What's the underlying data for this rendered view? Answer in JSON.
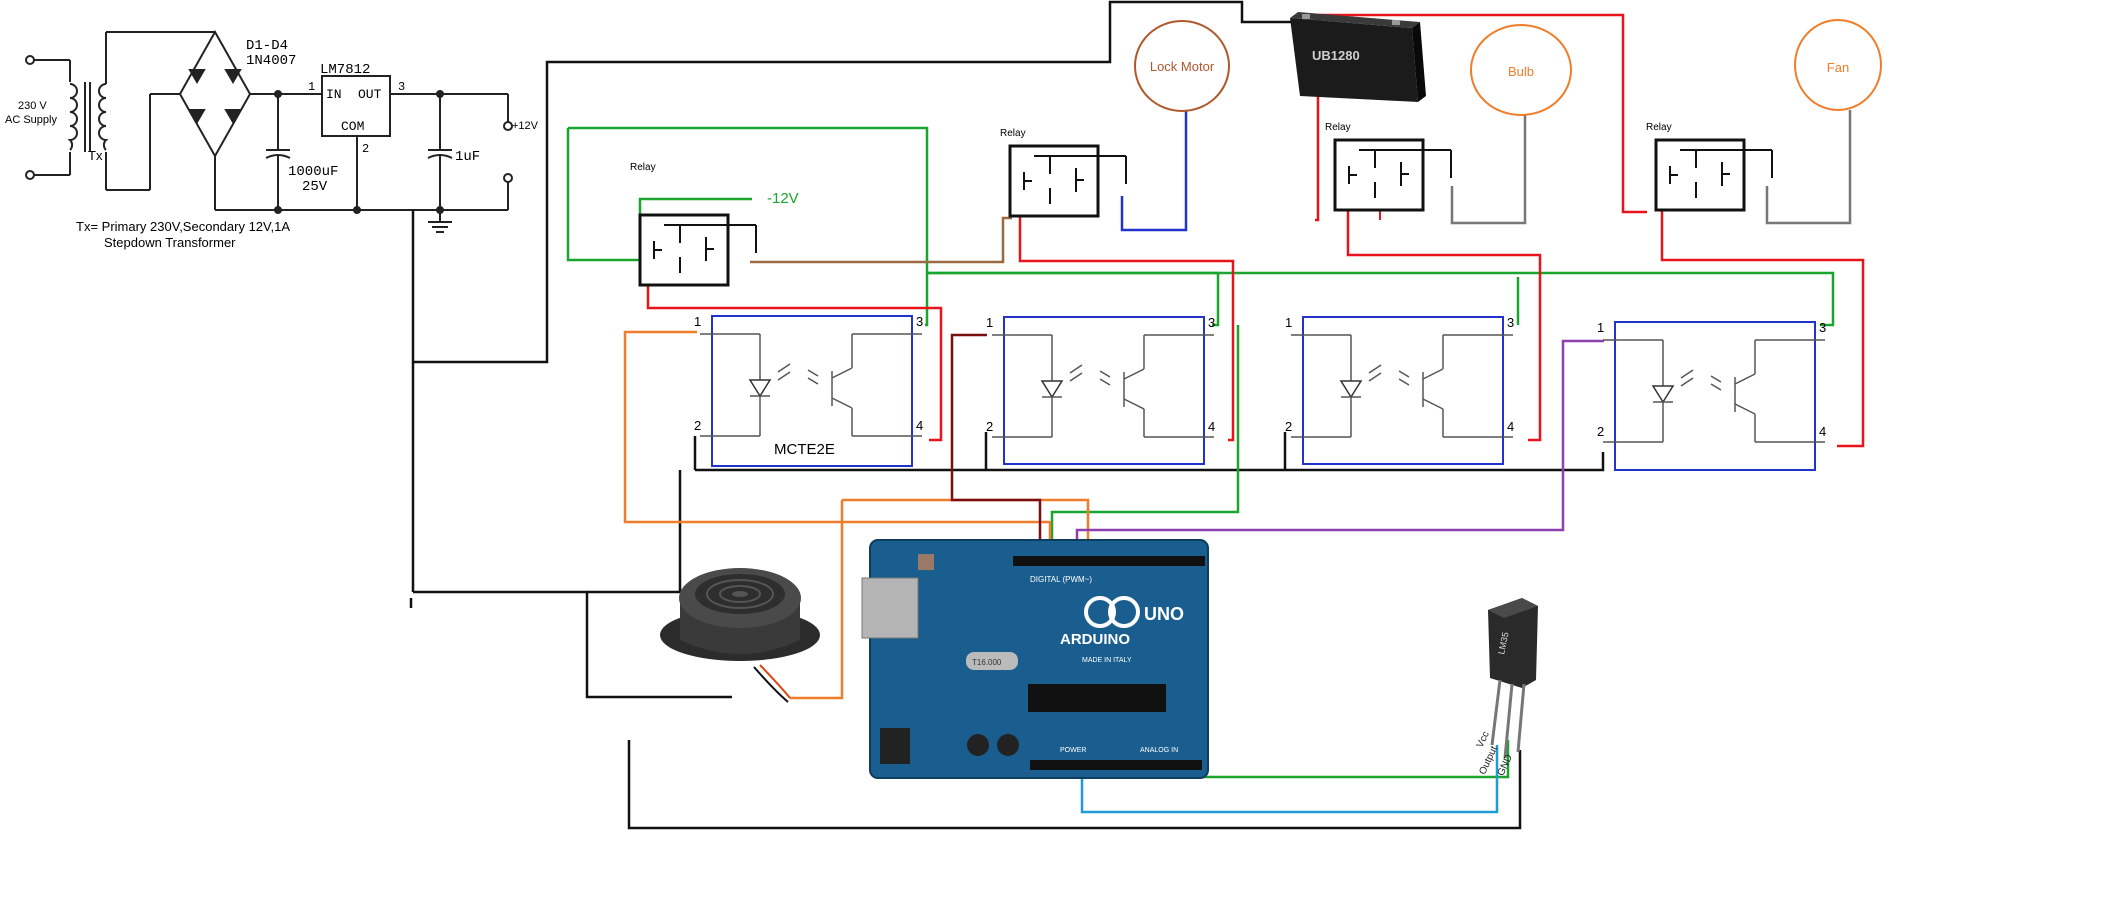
{
  "supply": {
    "ac_label_1": "230 V",
    "ac_label_2": "AC Supply",
    "tx_label": "Tx",
    "diode_label_1": "D1-D4",
    "diode_label_2": "1N4007",
    "regulator_name": "LM7812",
    "reg_pin_in_num": "1",
    "reg_pin_out_num": "3",
    "reg_pin_com_num": "2",
    "reg_in": "IN",
    "reg_out": "OUT",
    "reg_com": "COM",
    "cap1_label_1": "1000uF",
    "cap1_label_2": "25V",
    "cap2_label": "1uF",
    "plus12_label": "+12V",
    "tx_note_1": "Tx= Primary 230V,Secondary 12V,1A",
    "tx_note_2": "Stepdown Transformer"
  },
  "relays": [
    {
      "label": "Relay"
    },
    {
      "label": "Relay"
    },
    {
      "label": "Relay"
    },
    {
      "label": "Relay"
    }
  ],
  "minus12_label": "-12V",
  "loads": [
    {
      "label": "Lock Motor"
    },
    {
      "label": "Bulb"
    },
    {
      "label": "Fan"
    }
  ],
  "battery_label": "UB1280",
  "optocouplers": [
    {
      "pin1": "1",
      "pin2": "2",
      "pin3": "3",
      "pin4": "4",
      "name": "MCTE2E"
    },
    {
      "pin1": "1",
      "pin2": "2",
      "pin3": "3",
      "pin4": "4",
      "name": ""
    },
    {
      "pin1": "1",
      "pin2": "2",
      "pin3": "3",
      "pin4": "4",
      "name": ""
    },
    {
      "pin1": "1",
      "pin2": "2",
      "pin3": "3",
      "pin4": "4",
      "name": ""
    }
  ],
  "arduino": {
    "brand": "ARDUINO",
    "model": "UNO",
    "digital_label": "DIGITAL (PWM~)",
    "made_in": "MADE IN ITALY",
    "crystal": "T16.000",
    "power_label": "POWER",
    "analog_label": "ANALOG IN"
  },
  "sensor": {
    "name": "LM35",
    "pin_vcc": "Vcc",
    "pin_out": "Output",
    "pin_gnd": "GND"
  },
  "colors": {
    "wire_black": "#111111",
    "wire_red": "#e8141b",
    "wire_green": "#1aa52e",
    "wire_blue": "#2233cc",
    "wire_orange": "#f07d2a",
    "wire_purple": "#8e3fb0",
    "wire_brown": "#9a6a42",
    "wire_cyan": "#1f9bd6",
    "wire_dark_red": "#7a0f0f",
    "wire_gray": "#777777",
    "opto_border": "#2233cc",
    "arduino_board": "#1a5e8f",
    "load_border": "#f07d2a",
    "lock_motor_border": "#b0582c"
  }
}
